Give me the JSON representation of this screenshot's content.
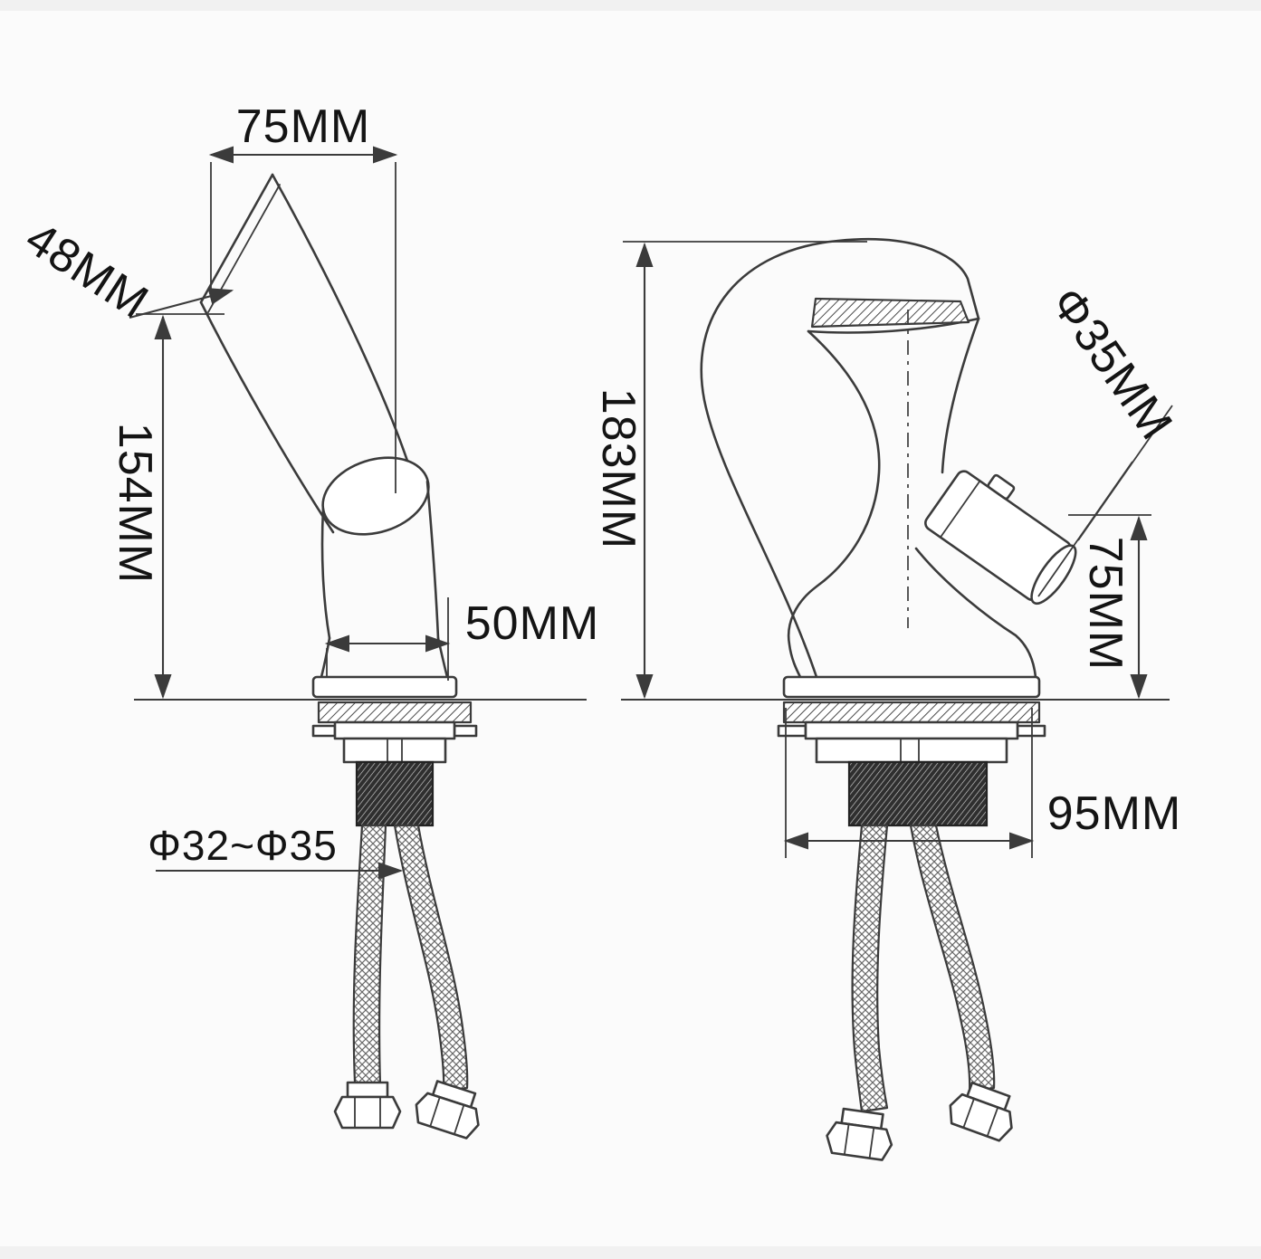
{
  "page": {
    "background": "#fbfbfb",
    "stroke_color": "#3b3b3b",
    "text_color": "#141414"
  },
  "diagram": {
    "type": "technical-drawing",
    "subject": "waterfall basin faucet installation dimension drawing",
    "views": {
      "front": {
        "dims": {
          "spout_top_width": "75MM",
          "spout_tip_diameter": "48MM",
          "spout_height": "154MM",
          "body_base_width": "50MM",
          "mount_hole_diameter": "Φ32~Φ35"
        }
      },
      "side": {
        "dims": {
          "total_height": "183MM",
          "handle_diameter": "Φ35MM",
          "handle_height": "75MM",
          "base_depth": "95MM"
        }
      }
    }
  }
}
